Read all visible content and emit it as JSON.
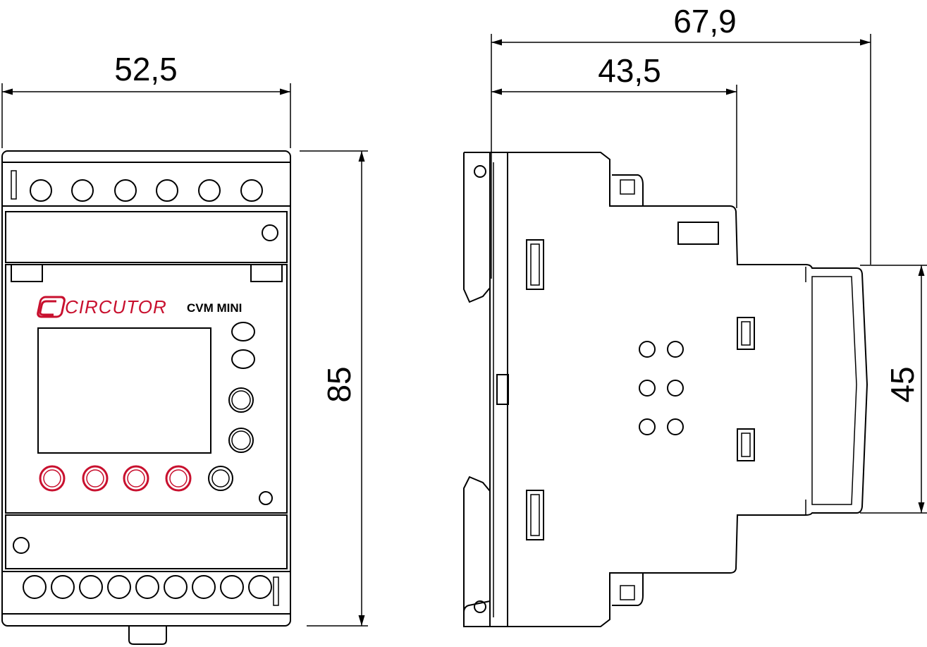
{
  "front_view": {
    "width_label": "52,5",
    "height_label": "85",
    "brand_name": "CIRCUTOR",
    "model_name": "CVM MINI"
  },
  "side_view": {
    "total_depth_label": "67,9",
    "body_depth_label": "43,5",
    "front_height_label": "45"
  },
  "colors": {
    "brand": "#c8102e",
    "line": "#000000"
  }
}
